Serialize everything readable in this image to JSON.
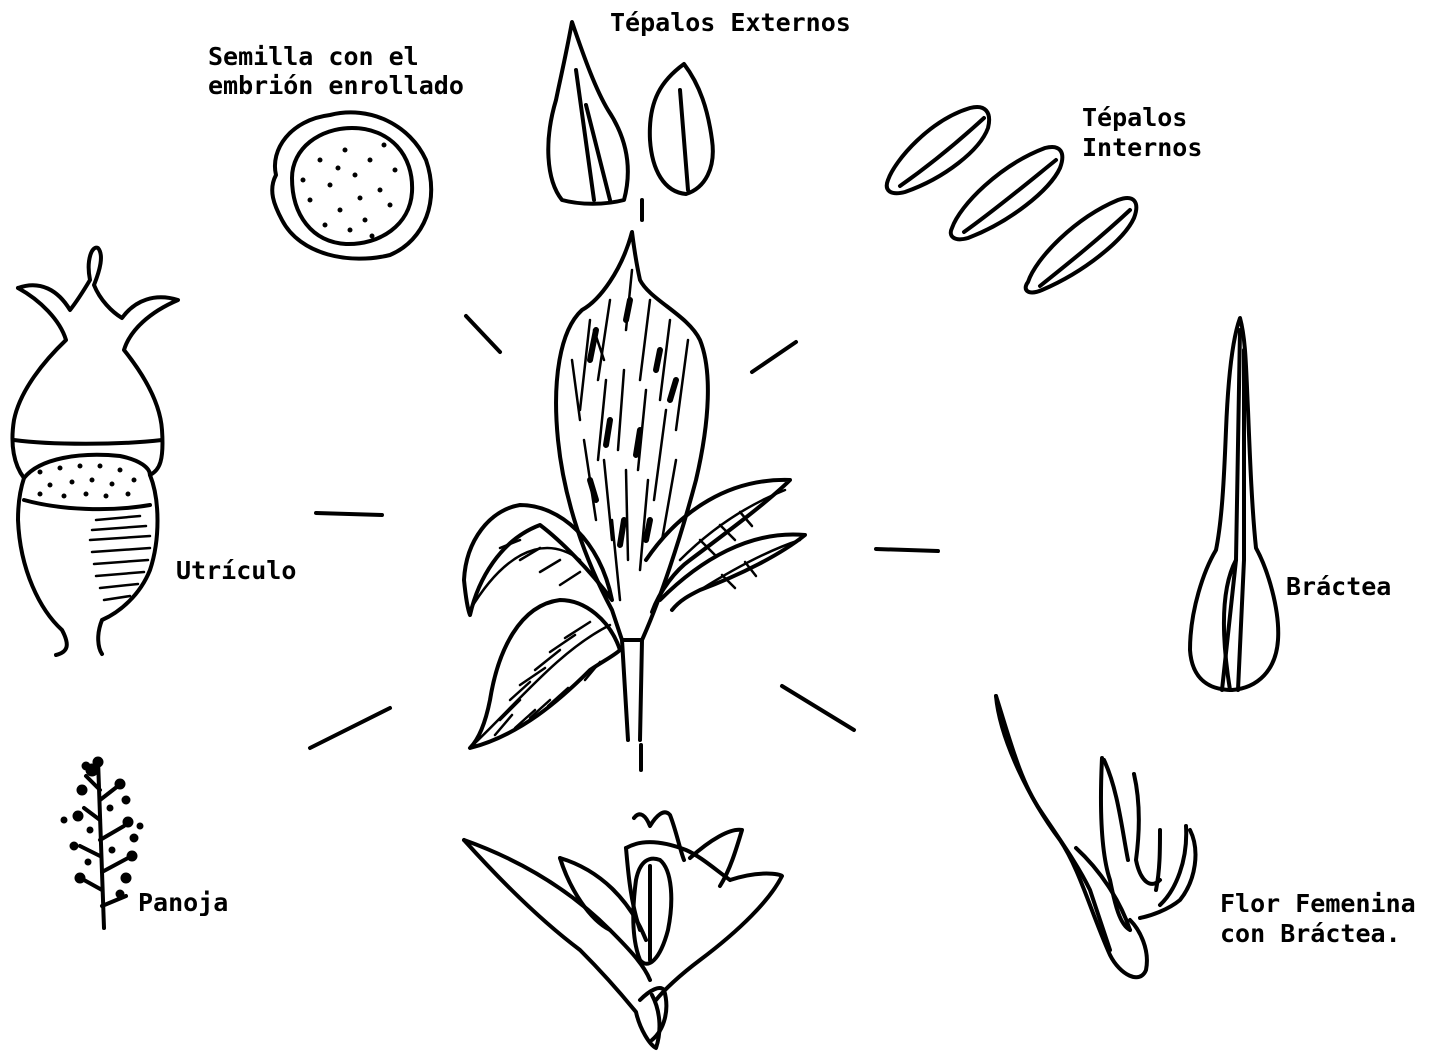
{
  "labels": {
    "tepalos_externos": "Tépalos Externos",
    "semilla_line1": "Semilla con el",
    "semilla_line2": "embrión enrollado",
    "tepalos_internos_line1": "Tépalos",
    "tepalos_internos_line2": "Internos",
    "utriculo": "Utrículo",
    "bractea": "Bráctea",
    "panoja": "Panoja",
    "flor_femenina_line1": "Flor Femenina",
    "flor_femenina_line2": "con Bráctea."
  },
  "colors": {
    "ink": "#000000",
    "paper": "#ffffff"
  }
}
